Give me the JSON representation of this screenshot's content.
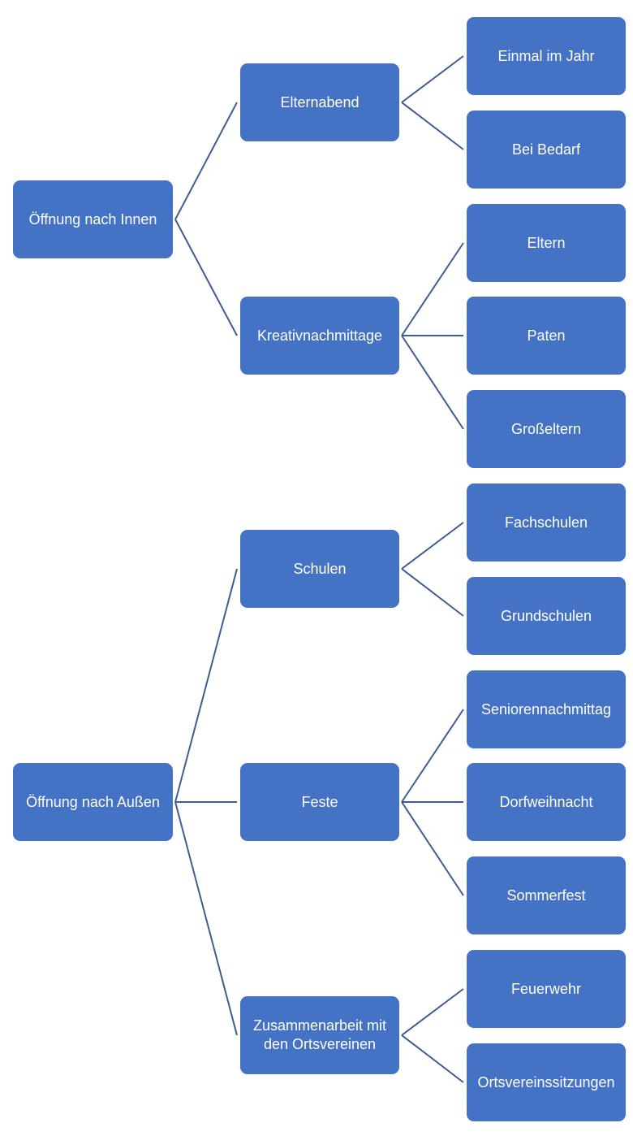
{
  "diagram": {
    "type": "hierarchy-tree",
    "fill_color": "#4472c4",
    "connector_color": "#3e5c94",
    "text_color": "#ffffff",
    "roots": [
      {
        "id": "oeffnung-innen",
        "label": "Öffnung nach Innen",
        "children": [
          {
            "id": "elternabend",
            "label": "Elternabend",
            "children": [
              {
                "id": "einmal-im-jahr",
                "label": "Einmal im Jahr"
              },
              {
                "id": "bei-bedarf",
                "label": "Bei Bedarf"
              }
            ]
          },
          {
            "id": "kreativnachmittage",
            "label": "Kreativnachmittage",
            "children": [
              {
                "id": "eltern",
                "label": "Eltern"
              },
              {
                "id": "paten",
                "label": "Paten"
              },
              {
                "id": "grosseltern",
                "label": "Großeltern"
              }
            ]
          }
        ]
      },
      {
        "id": "oeffnung-aussen",
        "label": "Öffnung nach Außen",
        "children": [
          {
            "id": "schulen",
            "label": "Schulen",
            "children": [
              {
                "id": "fachschulen",
                "label": "Fachschulen"
              },
              {
                "id": "grundschulen",
                "label": "Grundschulen"
              }
            ]
          },
          {
            "id": "feste",
            "label": "Feste",
            "children": [
              {
                "id": "seniorennachmittag",
                "label": "Seniorennachmittag"
              },
              {
                "id": "dorfweihnacht",
                "label": "Dorfweihnacht"
              },
              {
                "id": "sommerfest",
                "label": "Sommerfest"
              }
            ]
          },
          {
            "id": "zusammenarbeit",
            "label": "Zusammenarbeit mit den Ortsvereinen",
            "children": [
              {
                "id": "feuerwehr",
                "label": "Feuerwehr"
              },
              {
                "id": "ortsvereinssitzungen",
                "label": "Ortsvereinssitzungen"
              }
            ]
          }
        ]
      }
    ]
  }
}
